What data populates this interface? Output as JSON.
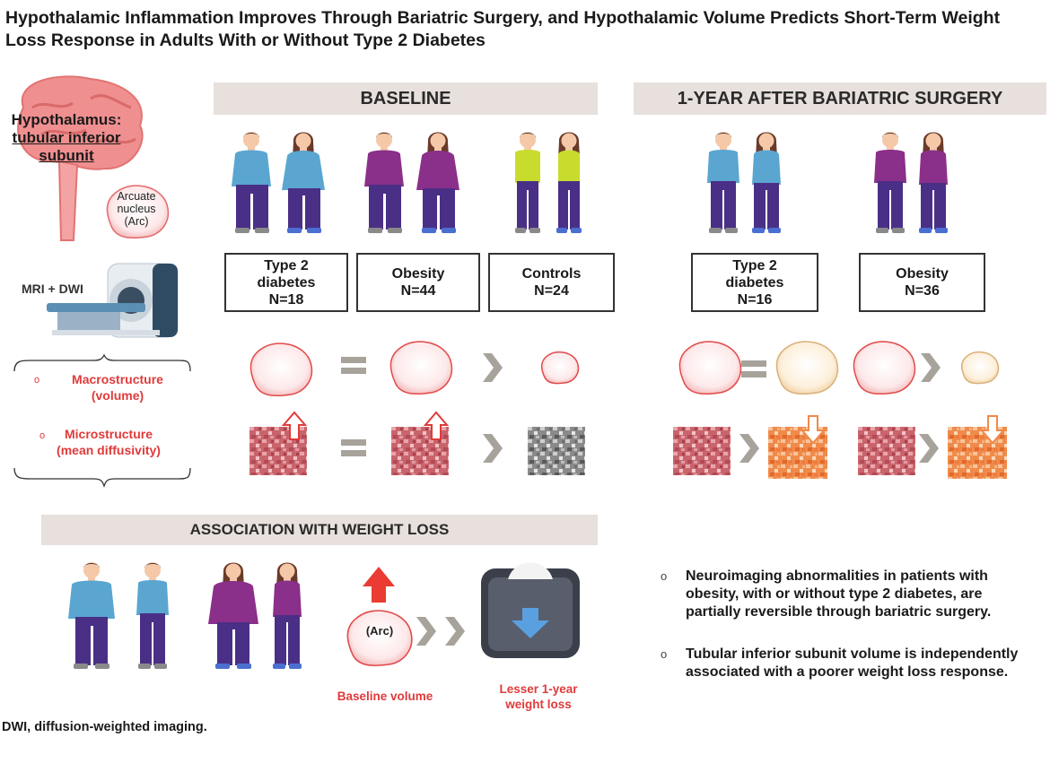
{
  "title": "Hypothalamic Inflammation Improves Through Bariatric Surgery, and Hypothalamic Volume Predicts Short-Term Weight Loss Response in Adults With or Without Type 2 Diabetes",
  "brain": {
    "label_line1": "Hypothalamus:",
    "label_line2": "tubular inferior",
    "label_line3": "subunit",
    "arc_line1": "Arcuate",
    "arc_line2": "nucleus",
    "arc_line3": "(Arc)"
  },
  "mri": {
    "label": "MRI + DWI"
  },
  "measures": {
    "macro_line1": "Macrostructure",
    "macro_line2": "(volume)",
    "micro_line1": "Microstructure",
    "micro_line2": "(mean diffusivity)"
  },
  "baseline": {
    "banner": "BASELINE",
    "groups": [
      {
        "line1": "Type 2",
        "line2": "diabetes",
        "line3": "N=18"
      },
      {
        "line1": "Obesity",
        "line2": "N=44"
      },
      {
        "line1": "Controls",
        "line2": "N=24"
      }
    ]
  },
  "followup": {
    "banner": "1-YEAR AFTER  BARIATRIC SURGERY",
    "groups": [
      {
        "line1": "Type 2",
        "line2": "diabetes",
        "line3": "N=16"
      },
      {
        "line1": "Obesity",
        "line2": "N=36"
      }
    ]
  },
  "association": {
    "banner": "ASSOCIATION WITH WEIGHT LOSS",
    "arc_label": "(Arc)",
    "baseline_volume": "Baseline volume",
    "lesser_line1": "Lesser 1-year",
    "lesser_line2": "weight loss"
  },
  "conclusions": [
    "Neuroimaging abnormalities in  patients with obesity, with or without type 2 diabetes, are partially reversible through bariatric surgery.",
    "Tubular inferior subunit volume is independently associated with a poorer weight loss response."
  ],
  "bullet_marker": "o",
  "footnote": "DWI, diffusion-weighted imaging.",
  "colors": {
    "banner_bg": "#e7e0dd",
    "accent_red": "#e03a3a",
    "shirt_blue": "#5aa6d0",
    "shirt_purple": "#8a2f8a",
    "shirt_lime": "#c8dc2e",
    "pants": "#4a2f86",
    "tissue_red": "#c9646c",
    "tissue_orange": "#f08a4b",
    "tissue_gray": "#8a8a8a",
    "chevron_gray": "#a7a39b"
  }
}
